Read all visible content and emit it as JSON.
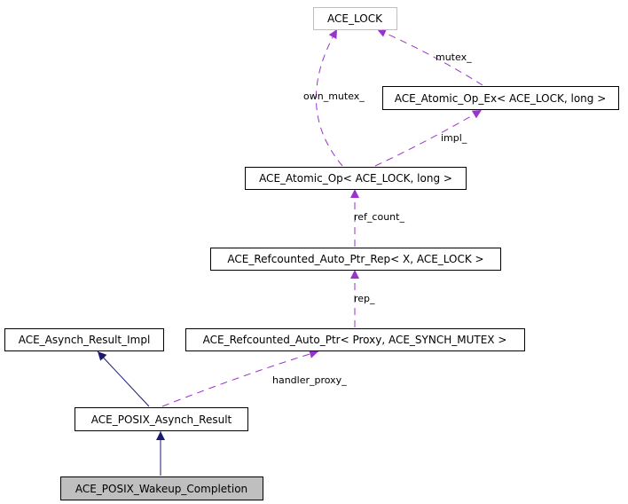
{
  "diagram": {
    "type": "collaboration-graph",
    "nodes": [
      {
        "id": "ace_lock",
        "label": "ACE_LOCK",
        "style": "undocumented"
      },
      {
        "id": "atomic_op_ex",
        "label": "ACE_Atomic_Op_Ex< ACE_LOCK, long >",
        "style": "normal"
      },
      {
        "id": "atomic_op",
        "label": "ACE_Atomic_Op< ACE_LOCK, long >",
        "style": "normal"
      },
      {
        "id": "auto_ptr_rep",
        "label": "ACE_Refcounted_Auto_Ptr_Rep< X, ACE_LOCK >",
        "style": "normal"
      },
      {
        "id": "asynch_result_impl",
        "label": "ACE_Asynch_Result_Impl",
        "style": "normal"
      },
      {
        "id": "auto_ptr",
        "label": "ACE_Refcounted_Auto_Ptr< Proxy, ACE_SYNCH_MUTEX >",
        "style": "normal"
      },
      {
        "id": "posix_asynch_result",
        "label": "ACE_POSIX_Asynch_Result",
        "style": "normal"
      },
      {
        "id": "posix_wakeup_completion",
        "label": "ACE_POSIX_Wakeup_Completion",
        "style": "current"
      }
    ],
    "edges": [
      {
        "from": "atomic_op_ex",
        "to": "ace_lock",
        "label": "mutex_",
        "kind": "usage"
      },
      {
        "from": "atomic_op",
        "to": "ace_lock",
        "label": "own_mutex_",
        "kind": "usage"
      },
      {
        "from": "atomic_op",
        "to": "atomic_op_ex",
        "label": "impl_",
        "kind": "usage"
      },
      {
        "from": "auto_ptr_rep",
        "to": "atomic_op",
        "label": "ref_count_",
        "kind": "usage"
      },
      {
        "from": "auto_ptr",
        "to": "auto_ptr_rep",
        "label": "rep_",
        "kind": "usage"
      },
      {
        "from": "posix_asynch_result",
        "to": "auto_ptr",
        "label": "handler_proxy_",
        "kind": "usage"
      },
      {
        "from": "posix_asynch_result",
        "to": "asynch_result_impl",
        "label": "",
        "kind": "inheritance"
      },
      {
        "from": "posix_wakeup_completion",
        "to": "posix_asynch_result",
        "label": "",
        "kind": "inheritance"
      }
    ],
    "colors": {
      "usage_edge": "#9a32cd",
      "inheritance_edge": "#191970",
      "current_node_fill": "#bfbfbf",
      "undocumented_border": "#bfbfbf",
      "node_border": "#000000"
    }
  }
}
